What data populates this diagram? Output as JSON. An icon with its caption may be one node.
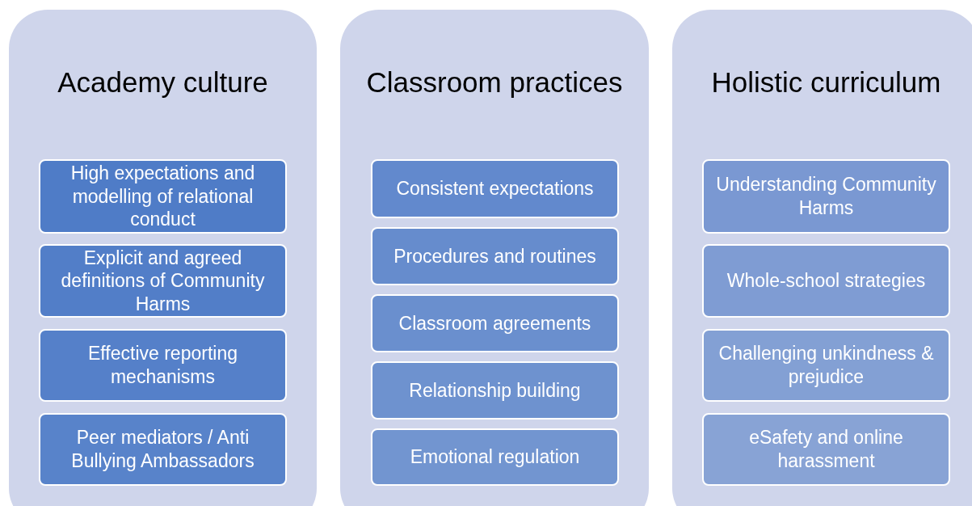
{
  "diagram": {
    "nodes": [
      {
        "text": [
          "Academy culture"
        ]
      },
      {
        "text": [
          "High expectations and modelling of relational conduct"
        ],
        "in": 0
      },
      {
        "text": [
          "Explicit and agreed definitions of Community Harms"
        ],
        "in": 0
      },
      {
        "text": [
          "Effective reporting mechanisms"
        ],
        "in": 0
      },
      {
        "text": [
          "Peer mediators / Anti Bullying Ambassadors"
        ],
        "in": 0
      },
      {
        "text": [
          "Classroom practices"
        ]
      },
      {
        "text": [
          "Consistent expectations"
        ],
        "in": 5
      },
      {
        "text": [
          "Procedures and routines"
        ],
        "in": 5
      },
      {
        "text": [
          "Classroom agreements"
        ],
        "in": 5
      },
      {
        "text": [
          "Relationship building"
        ],
        "in": 5
      },
      {
        "text": [
          "Emotional regulation"
        ],
        "in": 5
      },
      {
        "text": [
          "Holistic curriculum"
        ]
      },
      {
        "text": [
          "Understanding Community Harms"
        ],
        "in": 11
      },
      {
        "text": [
          "Whole-school strategies"
        ],
        "in": 11
      },
      {
        "text": [
          "Challenging unkindness & prejudice"
        ],
        "in": 11
      },
      {
        "text": [
          "eSafety and online harassment"
        ],
        "in": 11
      }
    ]
  }
}
